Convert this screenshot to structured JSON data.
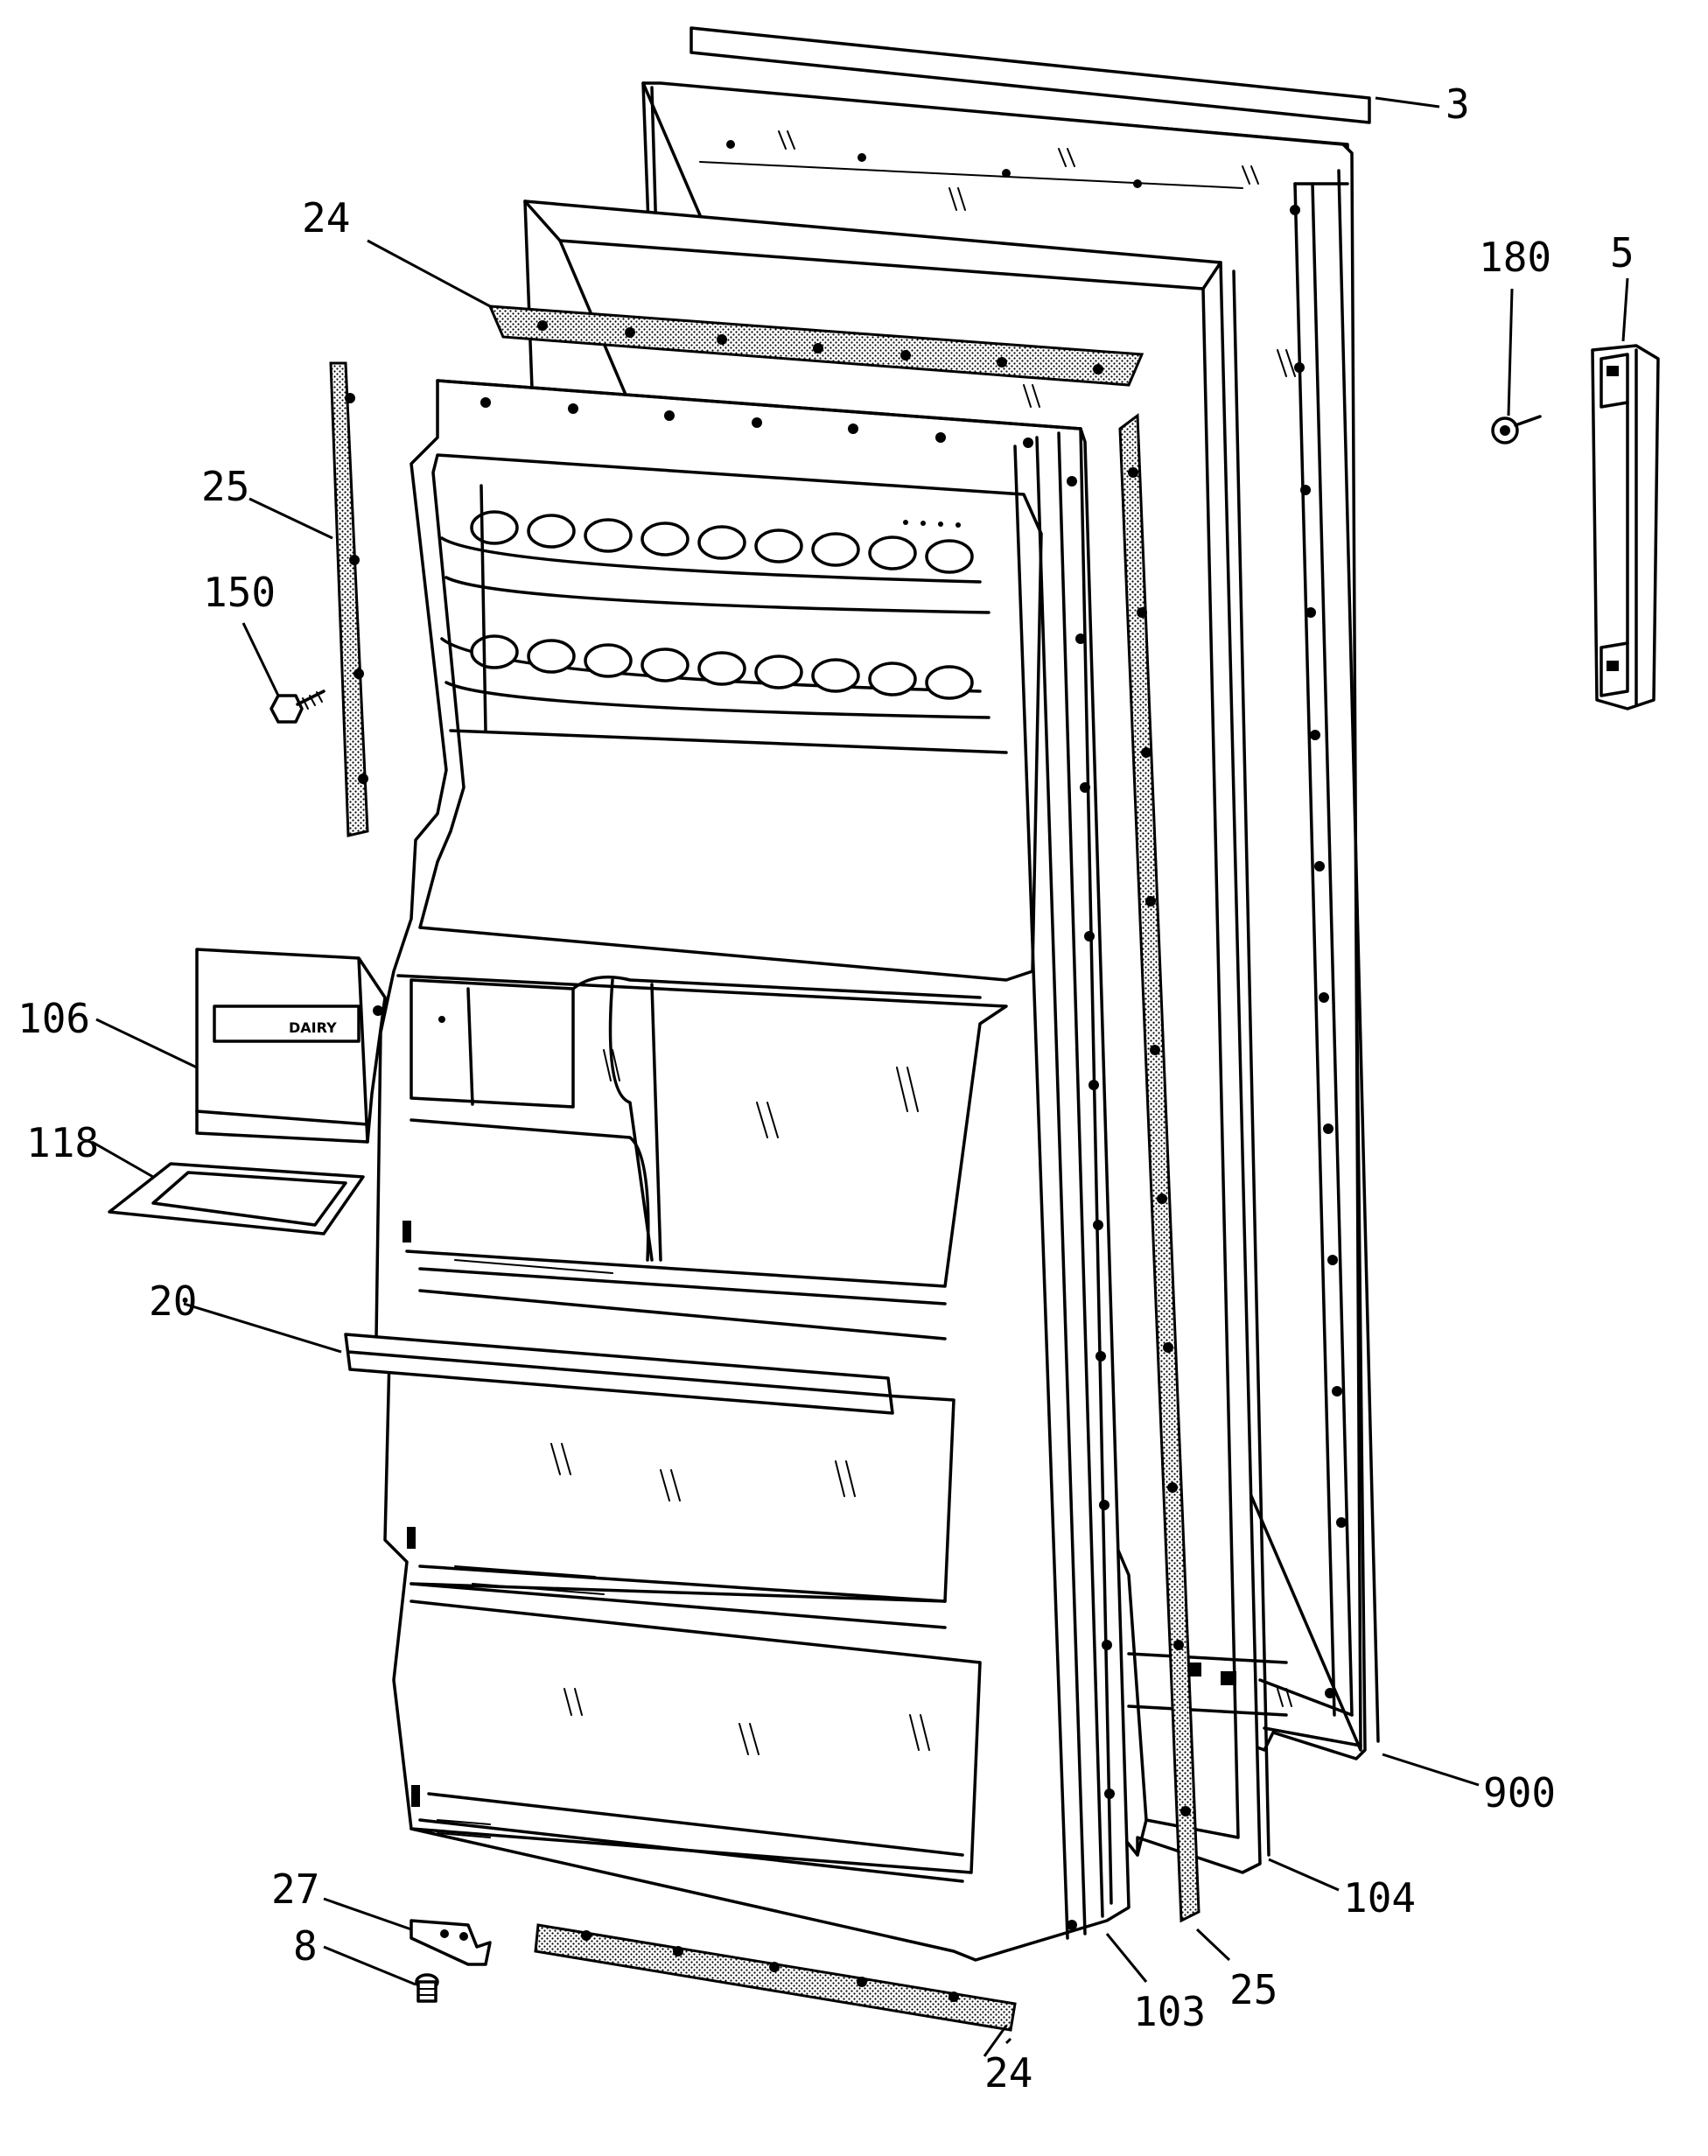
{
  "callouts": [
    {
      "id": "3",
      "text": "3"
    },
    {
      "id": "5",
      "text": "5"
    },
    {
      "id": "180",
      "text": "180"
    },
    {
      "id": "24-top",
      "text": "24"
    },
    {
      "id": "25-left",
      "text": "25"
    },
    {
      "id": "150",
      "text": "150"
    },
    {
      "id": "106",
      "text": "106"
    },
    {
      "id": "118",
      "text": "118"
    },
    {
      "id": "20",
      "text": "20"
    },
    {
      "id": "27",
      "text": "27"
    },
    {
      "id": "8",
      "text": "8"
    },
    {
      "id": "24-bottom",
      "text": "24"
    },
    {
      "id": "103",
      "text": "103"
    },
    {
      "id": "25-right",
      "text": "25"
    },
    {
      "id": "104",
      "text": "104"
    },
    {
      "id": "900",
      "text": "900"
    }
  ],
  "dairy_label": "DAIRY"
}
